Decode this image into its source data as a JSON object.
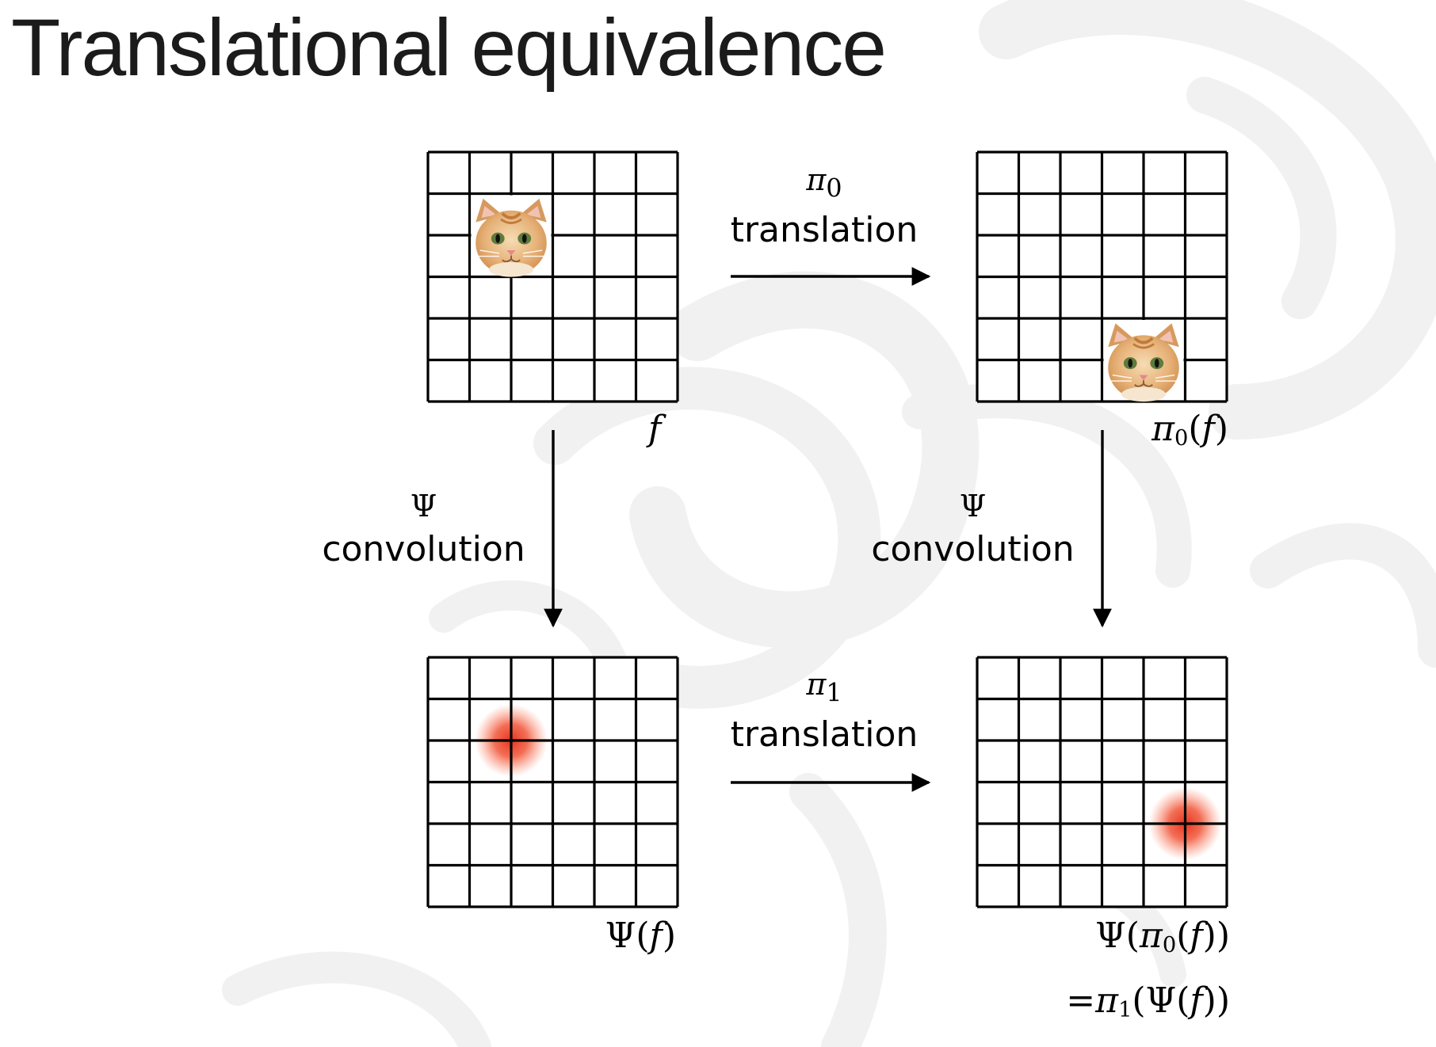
{
  "title": "Translational equivalence",
  "arrows": {
    "top": {
      "symbol": "π",
      "index": "0",
      "word": "translation"
    },
    "bottom": {
      "symbol": "π",
      "index": "1",
      "word": "translation"
    },
    "left": {
      "symbol": "Ψ",
      "word": "convolution"
    },
    "right": {
      "symbol": "Ψ",
      "word": "convolution"
    }
  },
  "grids": {
    "size": 6,
    "top_left": {
      "content": "cat",
      "cell": [
        1,
        1
      ],
      "span": 2
    },
    "top_right": {
      "content": "cat",
      "cell": [
        3,
        4
      ],
      "span": 2
    },
    "bottom_left": {
      "content": "activation",
      "cell": [
        1,
        2
      ],
      "color": "#e8341e"
    },
    "bottom_right": {
      "content": "activation",
      "cell": [
        4,
        4
      ],
      "color": "#e8341e"
    }
  },
  "labels": {
    "f": {
      "func": "f"
    },
    "pi0_f": {
      "outer": "π",
      "sub": "0",
      "arg": "f"
    },
    "psi_f": {
      "outer": "Ψ",
      "arg": "f"
    },
    "psi_pi0_f": {
      "outer": "Ψ",
      "inner": "π",
      "sub": "0",
      "arg": "f"
    },
    "eq_pi1_psi_f": {
      "eq": "=",
      "outer": "π",
      "sub": "1",
      "inner": "Ψ",
      "arg": "f"
    }
  },
  "colors": {
    "grid": "#000000",
    "activation": "#e8341e",
    "background_art": "#ececec"
  }
}
